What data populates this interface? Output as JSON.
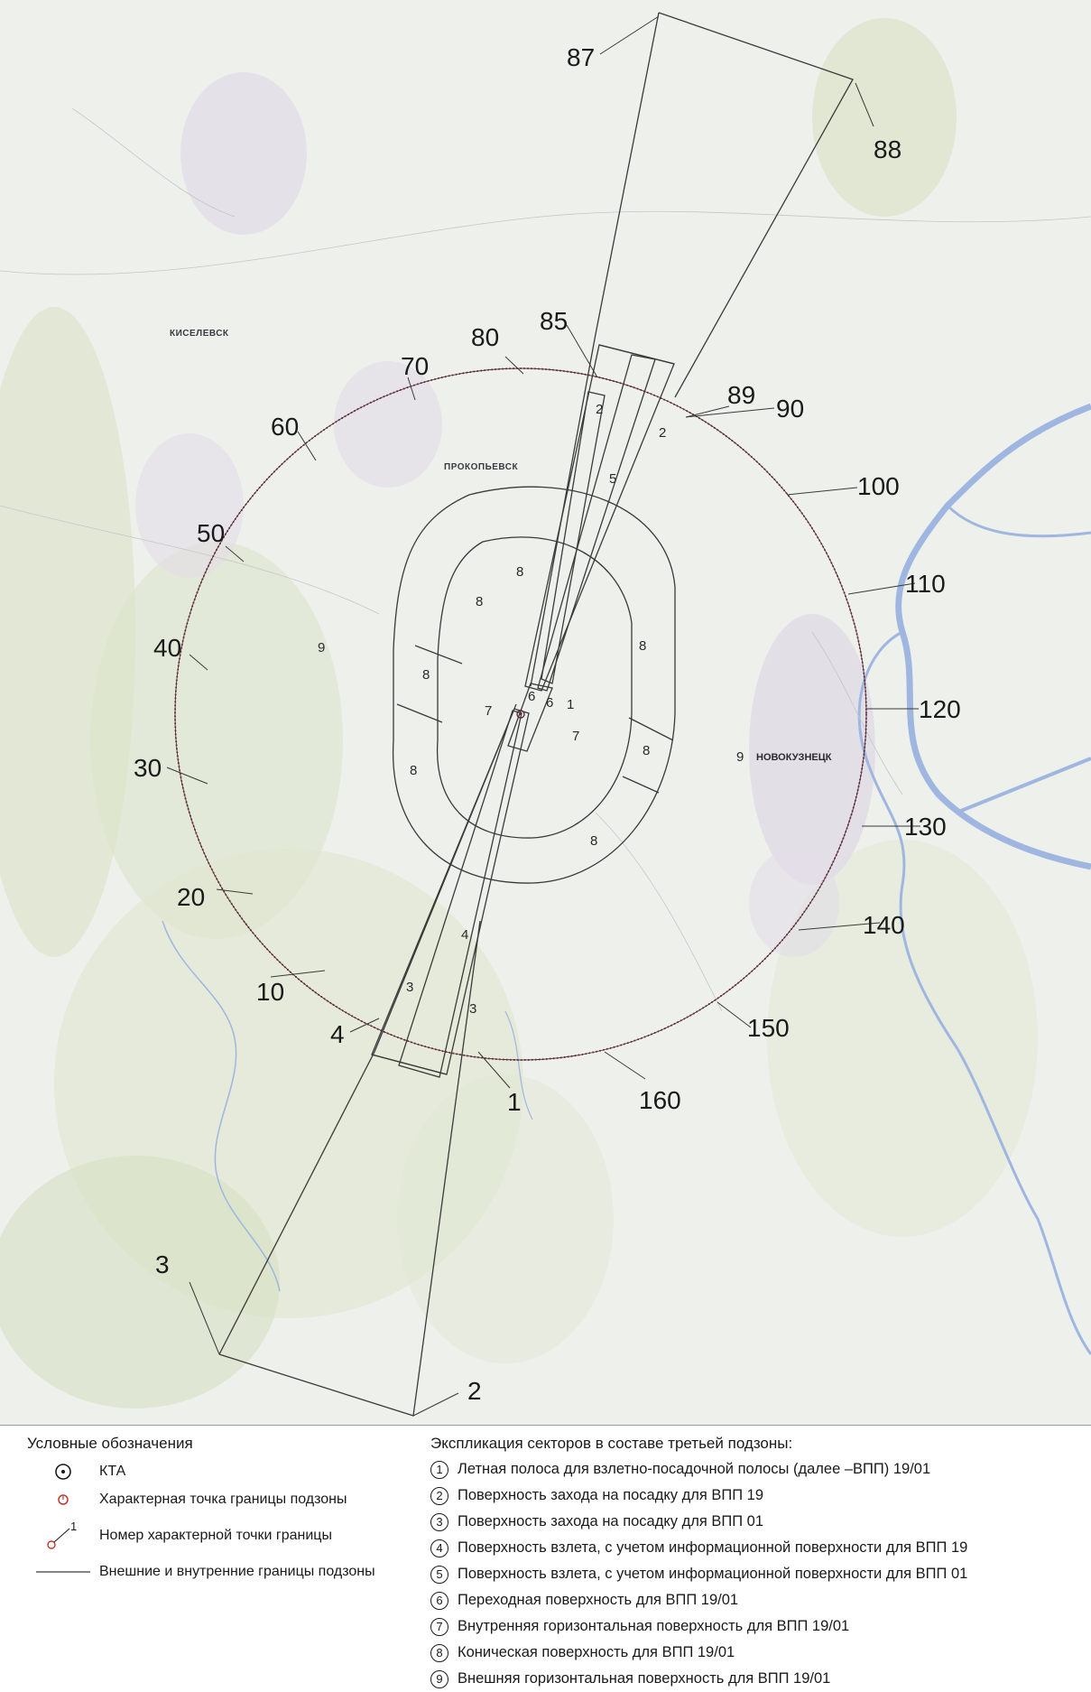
{
  "map": {
    "boundary_points": [
      {
        "label": "87"
      },
      {
        "label": "88"
      },
      {
        "label": "85"
      },
      {
        "label": "80"
      },
      {
        "label": "70"
      },
      {
        "label": "89"
      },
      {
        "label": "90"
      },
      {
        "label": "60"
      },
      {
        "label": "100"
      },
      {
        "label": "50"
      },
      {
        "label": "110"
      },
      {
        "label": "40"
      },
      {
        "label": "120"
      },
      {
        "label": "30"
      },
      {
        "label": "130"
      },
      {
        "label": "20"
      },
      {
        "label": "140"
      },
      {
        "label": "10"
      },
      {
        "label": "150"
      },
      {
        "label": "4"
      },
      {
        "label": "160"
      },
      {
        "label": "1"
      },
      {
        "label": "3"
      },
      {
        "label": "2"
      }
    ],
    "sector_labels": [
      {
        "label": "1"
      },
      {
        "label": "2"
      },
      {
        "label": "2"
      },
      {
        "label": "3"
      },
      {
        "label": "3"
      },
      {
        "label": "4"
      },
      {
        "label": "5"
      },
      {
        "label": "6"
      },
      {
        "label": "6"
      },
      {
        "label": "7"
      },
      {
        "label": "7"
      },
      {
        "label": "8"
      },
      {
        "label": "8"
      },
      {
        "label": "8"
      },
      {
        "label": "8"
      },
      {
        "label": "8"
      },
      {
        "label": "8"
      },
      {
        "label": "8"
      },
      {
        "label": "9"
      },
      {
        "label": "9"
      }
    ],
    "cities": {
      "kiselevsk": "КИСЕЛЕВСК",
      "prokopyevsk": "ПРОКОПЬЕВСК",
      "novokuznetsk": "НОВОКУЗНЕЦК"
    },
    "colors": {
      "boundary": "#3a3a3a",
      "circle_boundary": "#5a2a36",
      "water": "#9fb6e0",
      "terrain": "#dfe6cf",
      "urban": "#e2dde8"
    }
  },
  "legend": {
    "title": "Условные обозначения",
    "items": [
      {
        "icon": "kta-icon",
        "text": "КТА"
      },
      {
        "icon": "boundary-point-icon",
        "text": "Характерная точка границы подзоны"
      },
      {
        "icon": "point-number-icon",
        "symbol_number": "1",
        "text": "Номер характерной точки границы"
      },
      {
        "icon": "boundary-line-icon",
        "text": "Внешние и внутренние границы подзоны"
      }
    ]
  },
  "explication": {
    "title": "Экспликация секторов в составе третьей подзоны:",
    "items": [
      {
        "num": "1",
        "text": "Летная полоса для взлетно-посадочной полосы (далее –ВПП) 19/01"
      },
      {
        "num": "2",
        "text": "Поверхность захода на посадку для ВПП 19"
      },
      {
        "num": "3",
        "text": "Поверхность захода на посадку для ВПП 01"
      },
      {
        "num": "4",
        "text": "Поверхность взлета, с учетом информационной поверхности для ВПП 19"
      },
      {
        "num": "5",
        "text": "Поверхность взлета, с учетом информационной поверхности для ВПП 01"
      },
      {
        "num": "6",
        "text": "Переходная поверхность для  ВПП 19/01"
      },
      {
        "num": "7",
        "text": "Внутренняя горизонтальная поверхность для  ВПП 19/01"
      },
      {
        "num": "8",
        "text": "Коническая поверхность для  ВПП 19/01"
      },
      {
        "num": "9",
        "text": "Внешняя горизонтальная поверхность для  ВПП 19/01"
      }
    ]
  }
}
